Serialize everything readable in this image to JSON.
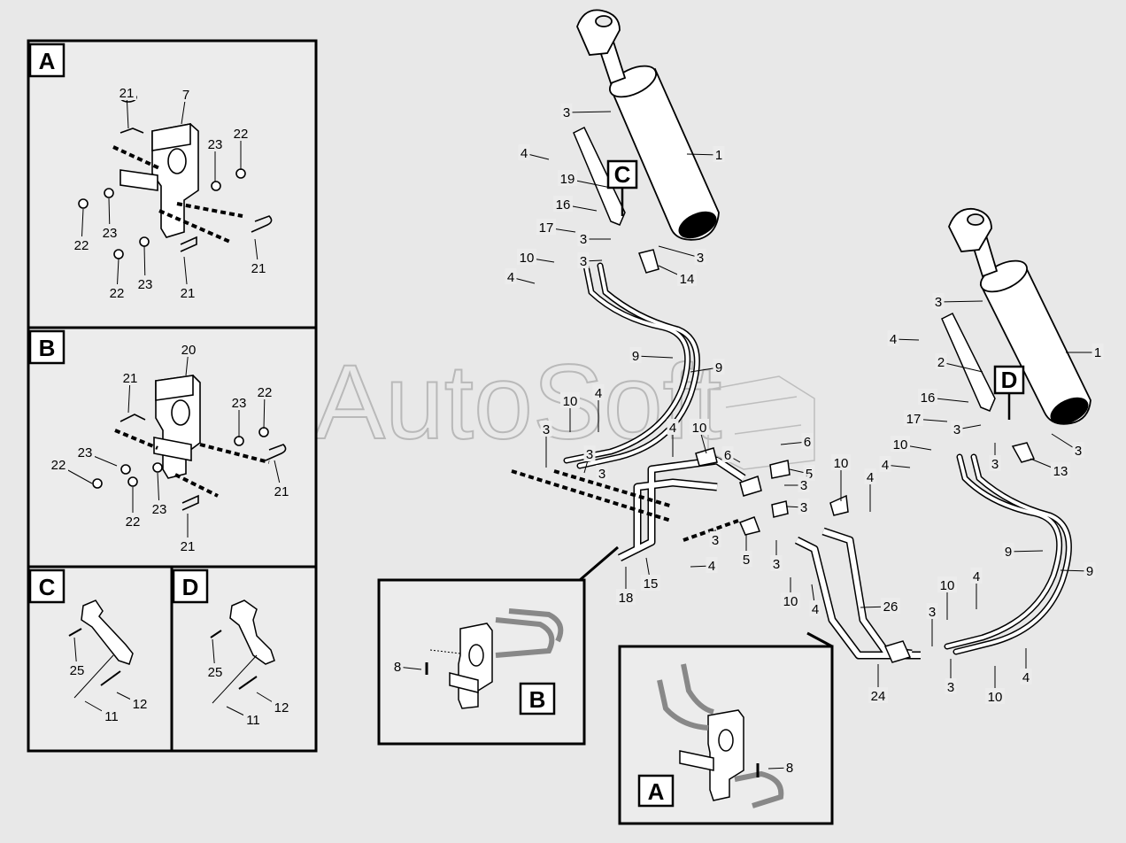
{
  "watermark": "AutoSoft",
  "panels": {
    "A": {
      "label": "A",
      "callouts": [
        "21",
        "7",
        "23",
        "22",
        "22",
        "23",
        "21",
        "22",
        "23",
        "21"
      ]
    },
    "B": {
      "label": "B",
      "callouts": [
        "20",
        "21",
        "23",
        "22",
        "23",
        "22",
        "21",
        "22",
        "23",
        "21"
      ]
    },
    "C": {
      "label": "C",
      "callouts": [
        "25",
        "12",
        "11"
      ]
    },
    "D": {
      "label": "D",
      "callouts": [
        "25",
        "12",
        "11"
      ]
    }
  },
  "main_labels": {
    "C": "C",
    "D": "D",
    "inset_B": "B",
    "inset_A": "A"
  },
  "callouts": {
    "cyl_left": [
      "3",
      "1",
      "4",
      "19",
      "16",
      "17",
      "3",
      "3",
      "3",
      "14",
      "10",
      "4"
    ],
    "cyl_right": [
      "3",
      "1",
      "4",
      "2",
      "16",
      "17",
      "3",
      "3",
      "3",
      "13",
      "10",
      "4"
    ],
    "hoses": [
      "9",
      "9",
      "9",
      "9"
    ],
    "center": [
      "10",
      "4",
      "3",
      "3",
      "3",
      "4",
      "10",
      "6",
      "6",
      "5",
      "3",
      "3",
      "5",
      "3",
      "3",
      "4",
      "18",
      "15",
      "10",
      "4",
      "10",
      "4",
      "26",
      "24",
      "10",
      "4",
      "3",
      "3",
      "10",
      "4"
    ],
    "inset_B": [
      "8"
    ],
    "inset_A": [
      "8"
    ]
  }
}
